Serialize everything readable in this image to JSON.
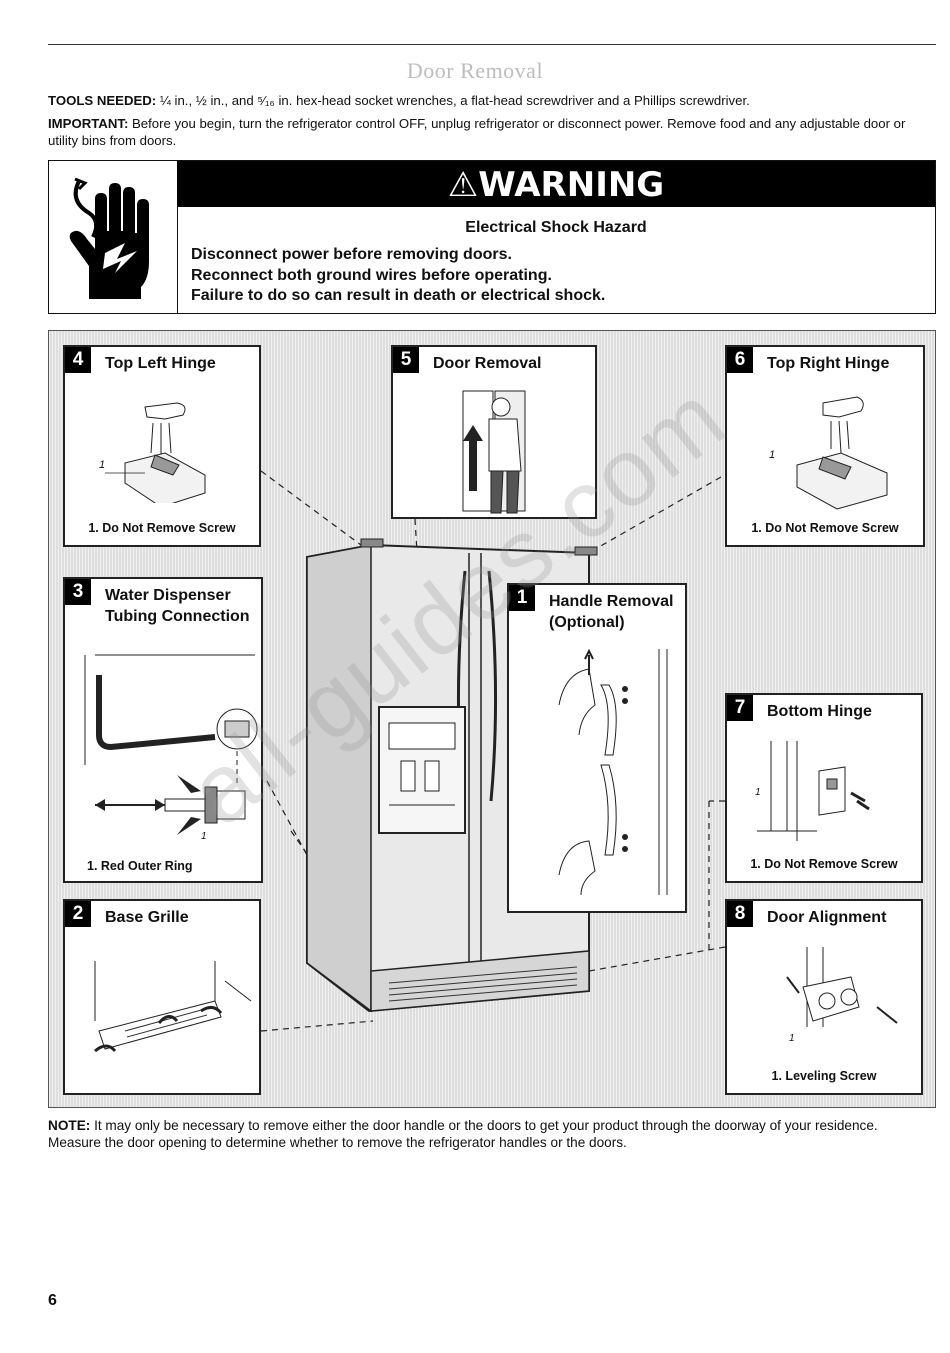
{
  "page": {
    "title": "Door Removal",
    "tools": {
      "label": "TOOLS NEEDED:",
      "text": "¼ in., ½ in., and ⁵⁄₁₆ in. hex-head socket wrenches, a flat-head screwdriver and a Phillips screwdriver."
    },
    "important": {
      "label": "IMPORTANT:",
      "text": "Before you begin, turn the refrigerator control OFF, unplug refrigerator or disconnect power. Remove food and any adjustable door or utility bins from doors."
    },
    "warning": {
      "header": "WARNING",
      "subtitle": "Electrical Shock Hazard",
      "lines": [
        "Disconnect power before removing doors.",
        "Reconnect both ground wires before operating.",
        "Failure to do so can result in death or electrical shock."
      ]
    },
    "steps": {
      "s1": {
        "num": "1",
        "title1": "Handle Removal",
        "title2": "(Optional)"
      },
      "s2": {
        "num": "2",
        "title": "Base Grille"
      },
      "s3": {
        "num": "3",
        "title1": "Water Dispenser",
        "title2": "Tubing Connection",
        "caption": "1. Red Outer Ring",
        "callout": "1"
      },
      "s4": {
        "num": "4",
        "title": "Top Left Hinge",
        "caption": "1. Do Not Remove Screw",
        "callout": "1"
      },
      "s5": {
        "num": "5",
        "title": "Door Removal"
      },
      "s6": {
        "num": "6",
        "title": "Top Right Hinge",
        "caption": "1. Do Not Remove Screw",
        "callout": "1"
      },
      "s7": {
        "num": "7",
        "title": "Bottom Hinge",
        "caption": "1. Do Not Remove Screw",
        "callout": "1"
      },
      "s8": {
        "num": "8",
        "title": "Door Alignment",
        "caption": "1. Leveling Screw",
        "callout": "1"
      }
    },
    "note": {
      "label": "NOTE:",
      "text": "It may only be necessary to remove either the door handle or the doors to get your product through the doorway of your residence. Measure the door opening to determine whether to remove the refrigerator handles or the doors."
    },
    "page_number": "6",
    "watermark": "all-guides.com"
  }
}
